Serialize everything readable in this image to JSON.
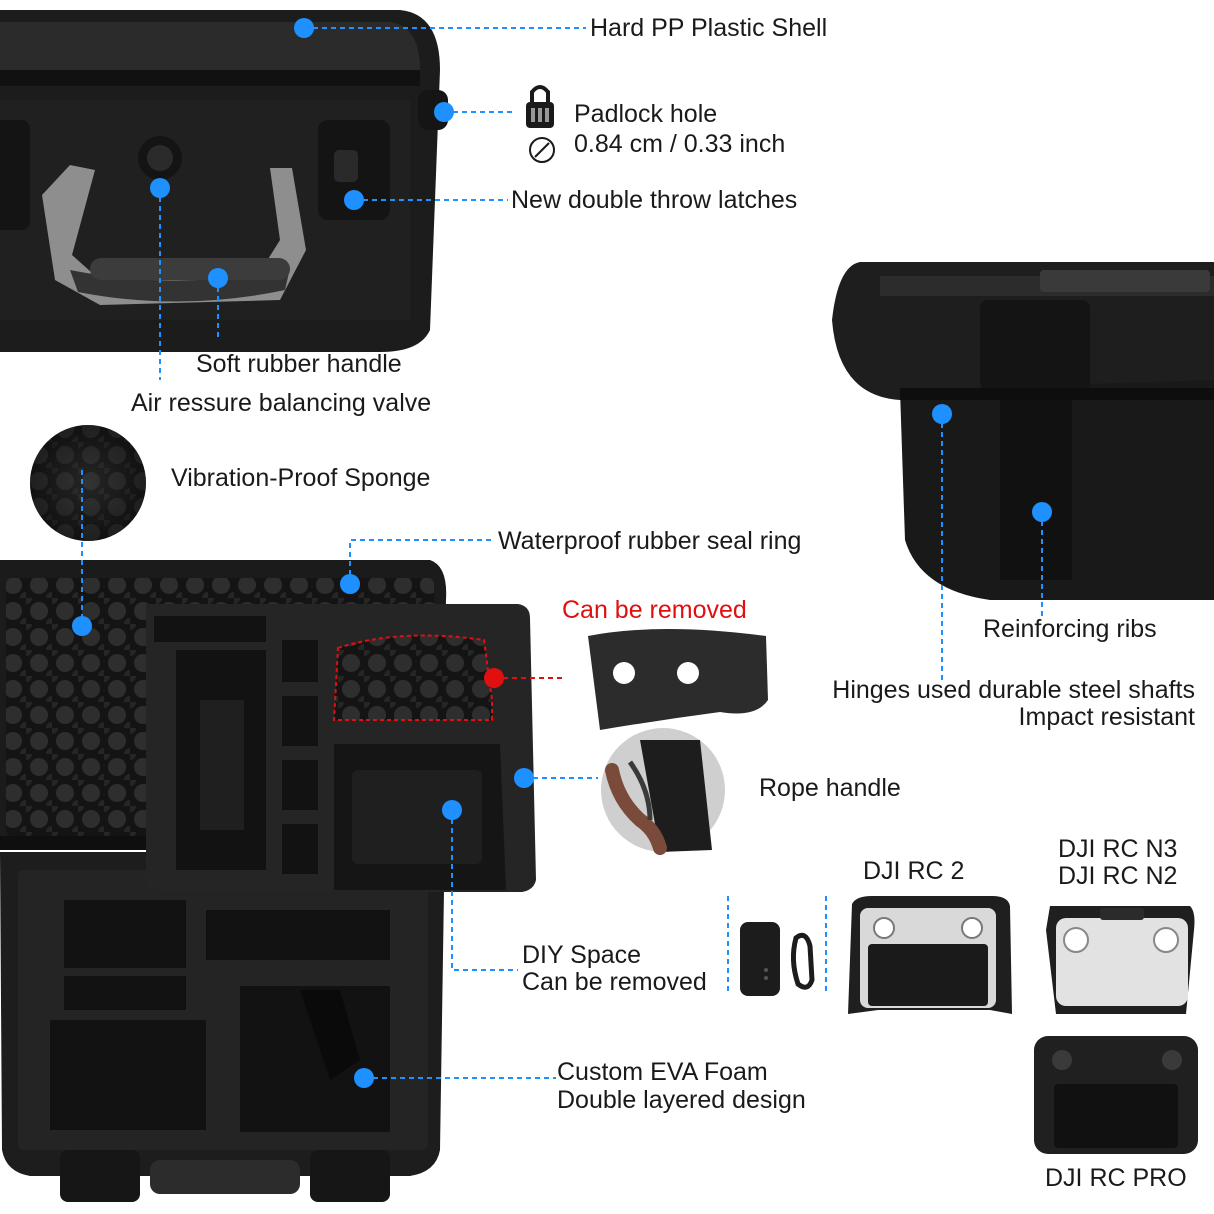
{
  "colors": {
    "accent": "#1e90ff",
    "removable": "#e01010",
    "case": "#1c1c1c",
    "foam": "#2a2a2a"
  },
  "labels": {
    "shell": "Hard PP Plastic Shell",
    "padlock_title": "Padlock hole",
    "padlock_size": "0.84 cm / 0.33 inch",
    "latches": "New double throw latches",
    "handle": "Soft rubber handle",
    "valve": "Air ressure balancing valve",
    "sponge": "Vibration-Proof Sponge",
    "seal": "Waterproof rubber seal ring",
    "removable": "Can be removed",
    "ribs": "Reinforcing ribs",
    "hinges": "Hinges used durable steel shafts",
    "impact": "Impact resistant",
    "rope": "Rope handle",
    "diy_title": "DIY Space",
    "diy_sub": "Can be removed",
    "eva_title": "Custom EVA Foam",
    "eva_sub": "Double layered design",
    "rc2": "DJI RC 2",
    "rcn3": "DJI RC N3",
    "rcn2": "DJI RC N2",
    "rcpro": "DJI RC PRO"
  },
  "icons": [
    "padlock-icon",
    "diameter-icon"
  ]
}
